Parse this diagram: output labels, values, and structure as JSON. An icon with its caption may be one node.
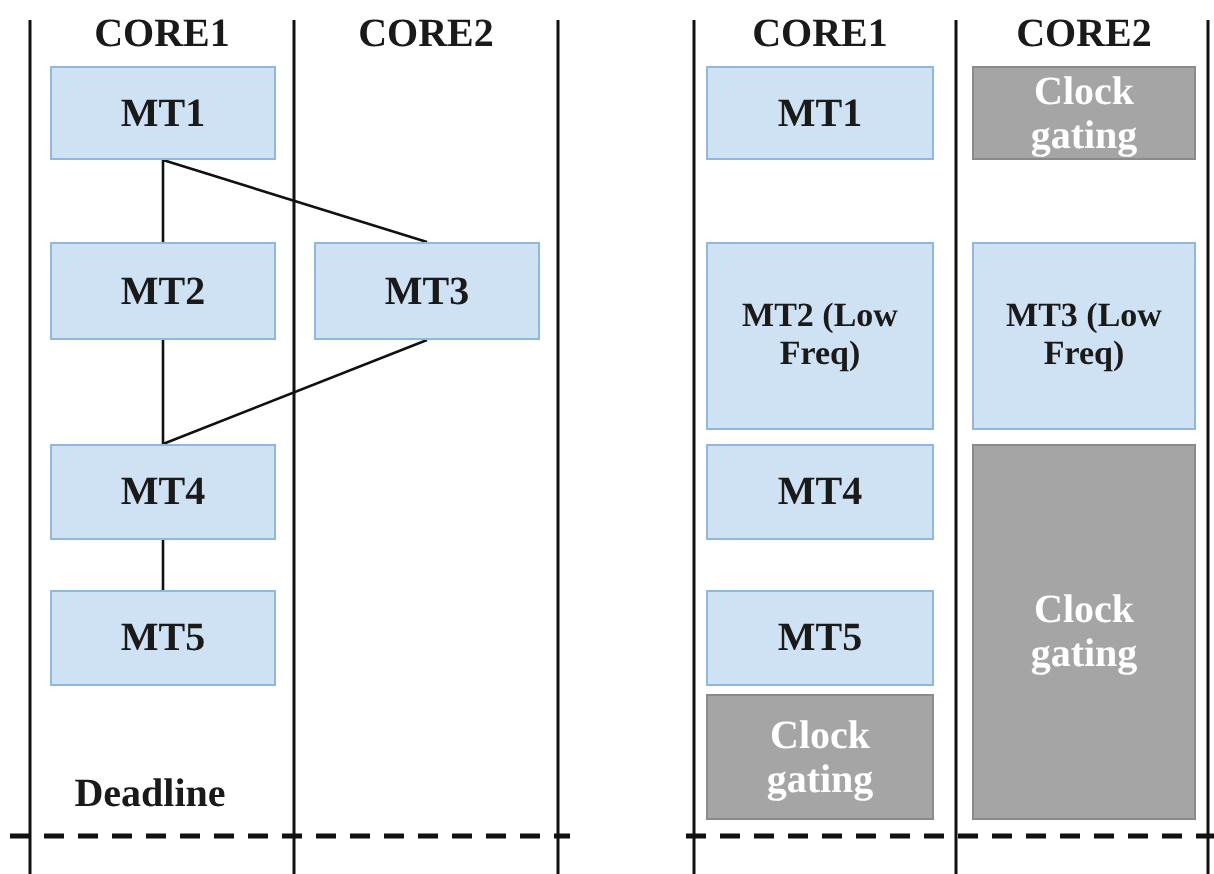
{
  "diagram": {
    "nodes": [
      {
        "text": [
          "MT1"
        ]
      },
      {
        "text": [
          "MT2"
        ]
      },
      {
        "text": [
          "MT3"
        ]
      },
      {
        "text": [
          "MT4"
        ]
      },
      {
        "text": [
          "MT5"
        ]
      },
      {
        "text": [
          "MT1"
        ]
      },
      {
        "text": [
          "Clock gating"
        ]
      },
      {
        "text": [
          "MT2 (Low Freq)"
        ]
      },
      {
        "text": [
          "MT3 (Low Freq)"
        ]
      },
      {
        "text": [
          "MT4"
        ]
      },
      {
        "text": [
          "Clock gating"
        ]
      },
      {
        "text": [
          "MT5"
        ]
      },
      {
        "text": [
          "Clock gating"
        ]
      }
    ],
    "edges": [
      {
        "from": 0,
        "to": 1,
        "arrow": "none"
      },
      {
        "from": 0,
        "to": 2,
        "arrow": "none"
      },
      {
        "from": 1,
        "to": 3,
        "arrow": "none"
      },
      {
        "from": 2,
        "to": 3,
        "arrow": "none"
      },
      {
        "from": 3,
        "to": 4,
        "arrow": "none"
      }
    ],
    "labels": [
      "CORE1",
      "CORE2",
      "CORE1",
      "CORE2",
      "Deadline"
    ]
  }
}
